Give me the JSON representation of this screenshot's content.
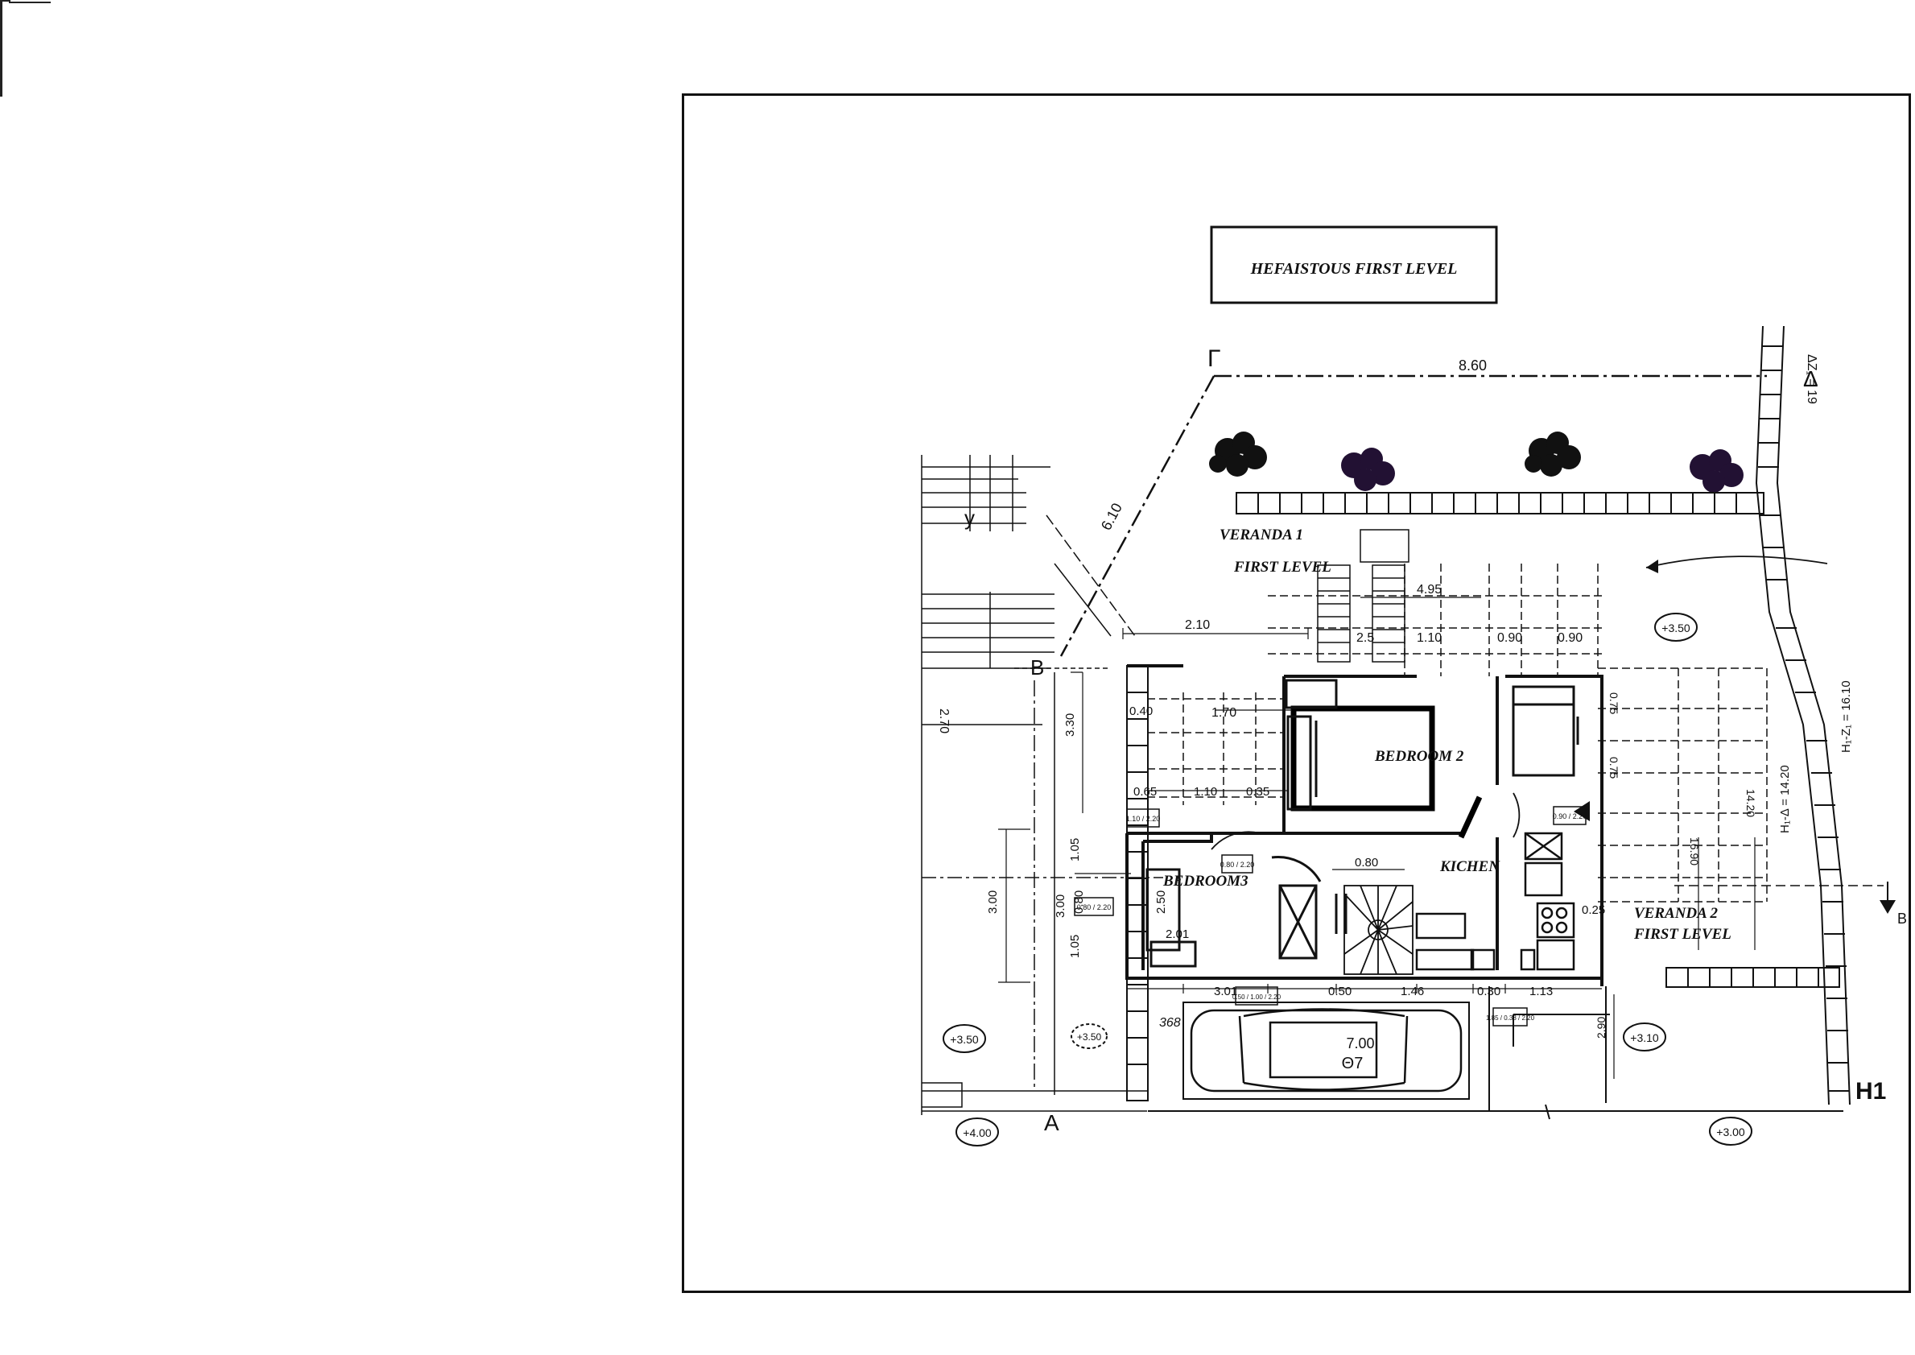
{
  "title": "HEFAISTOUS FIRST LEVEL",
  "rooms": {
    "veranda1_line1": "VERANDA 1",
    "veranda1_line2": "FIRST LEVEL",
    "bedroom2": "BEDROOM 2",
    "bedroom3": "BEDROOM3",
    "kitchen": "KICHEN",
    "veranda2_line1": "VERANDA 2",
    "veranda2_line2": "FIRST LEVEL"
  },
  "corners": {
    "gamma": "Γ",
    "delta": "Δ",
    "beta": "B",
    "alpha": "A",
    "section": "B",
    "h1": "H1",
    "upsilon": "y"
  },
  "dimensions": {
    "top_width": "8.60",
    "diag": "6.10",
    "d210": "2.10",
    "d495": "4.95",
    "d25": "2.5",
    "d110a": "1.10",
    "d090a": "0.90",
    "d090b": "0.90",
    "d040": "0.40",
    "d170": "1.70",
    "d065": "0.65",
    "d110b": "1.10",
    "d035": "0.35",
    "d330": "3.30",
    "d270": "2.70",
    "d105a": "1.05",
    "d080a": "0.80",
    "d105b": "1.05",
    "d300": "3.00",
    "d300b": "3.00",
    "d250": "2.50",
    "d201": "2.01",
    "d080k": "0.80",
    "d301": "3.01",
    "d050": "0.50",
    "d146": "1.46",
    "d030": "0.30",
    "d113": "1.13",
    "d700": "7.00",
    "d075a": "0.75",
    "d075b": "0.75",
    "d025": "0.25",
    "d290": "2.90",
    "d1820": "14.20",
    "d1890": "16.90",
    "hdelta": "H₁-Δ = 14.20",
    "hz": "H₁-Z₁ = 16.10",
    "dz": "ΔZ₁ = 19"
  },
  "levels": {
    "l350a": "+3.50",
    "l350b": "+3.50",
    "l310": "+3.10",
    "l400": "+4.00",
    "l300": "+3.00",
    "l368": "368",
    "l350c": "+3.50"
  },
  "parking": "Θ7",
  "window_tags": {
    "w1": "1.10 / 2.20",
    "w2": "0.80 / 2.20",
    "w3": "0.90 / 2.20",
    "w4": "0.80 / 2.20",
    "w5": "0.50 / 1.00 / 2.20",
    "w6": "1.85 / 0.38 / 2.20"
  }
}
